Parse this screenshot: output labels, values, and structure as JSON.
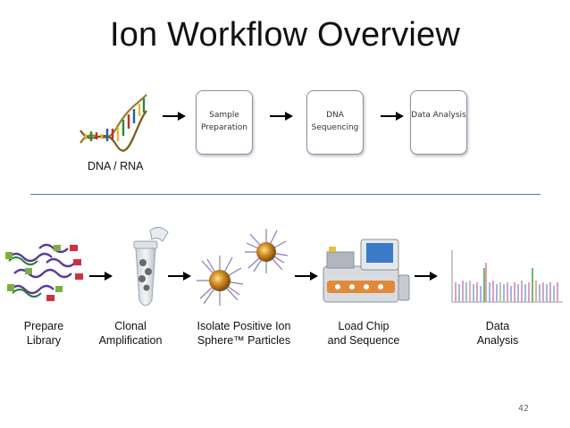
{
  "title": "Ion Workflow Overview",
  "top_flow": {
    "source_label": "DNA / RNA",
    "steps": [
      "Sample\nPreparation",
      "DNA\nSequencing",
      "Data Analysis"
    ]
  },
  "bottom_flow": {
    "steps": [
      "Prepare\nLibrary",
      "Clonal\nAmplification",
      "Isolate Positive Ion\nSphere™ Particles",
      "Load Chip\nand Sequence",
      "Data\nAnalysis"
    ]
  },
  "page_number": "42",
  "colors": {
    "divider": "#4a76a8",
    "box_border": "#8a8fa8",
    "arrow": "#000000"
  }
}
